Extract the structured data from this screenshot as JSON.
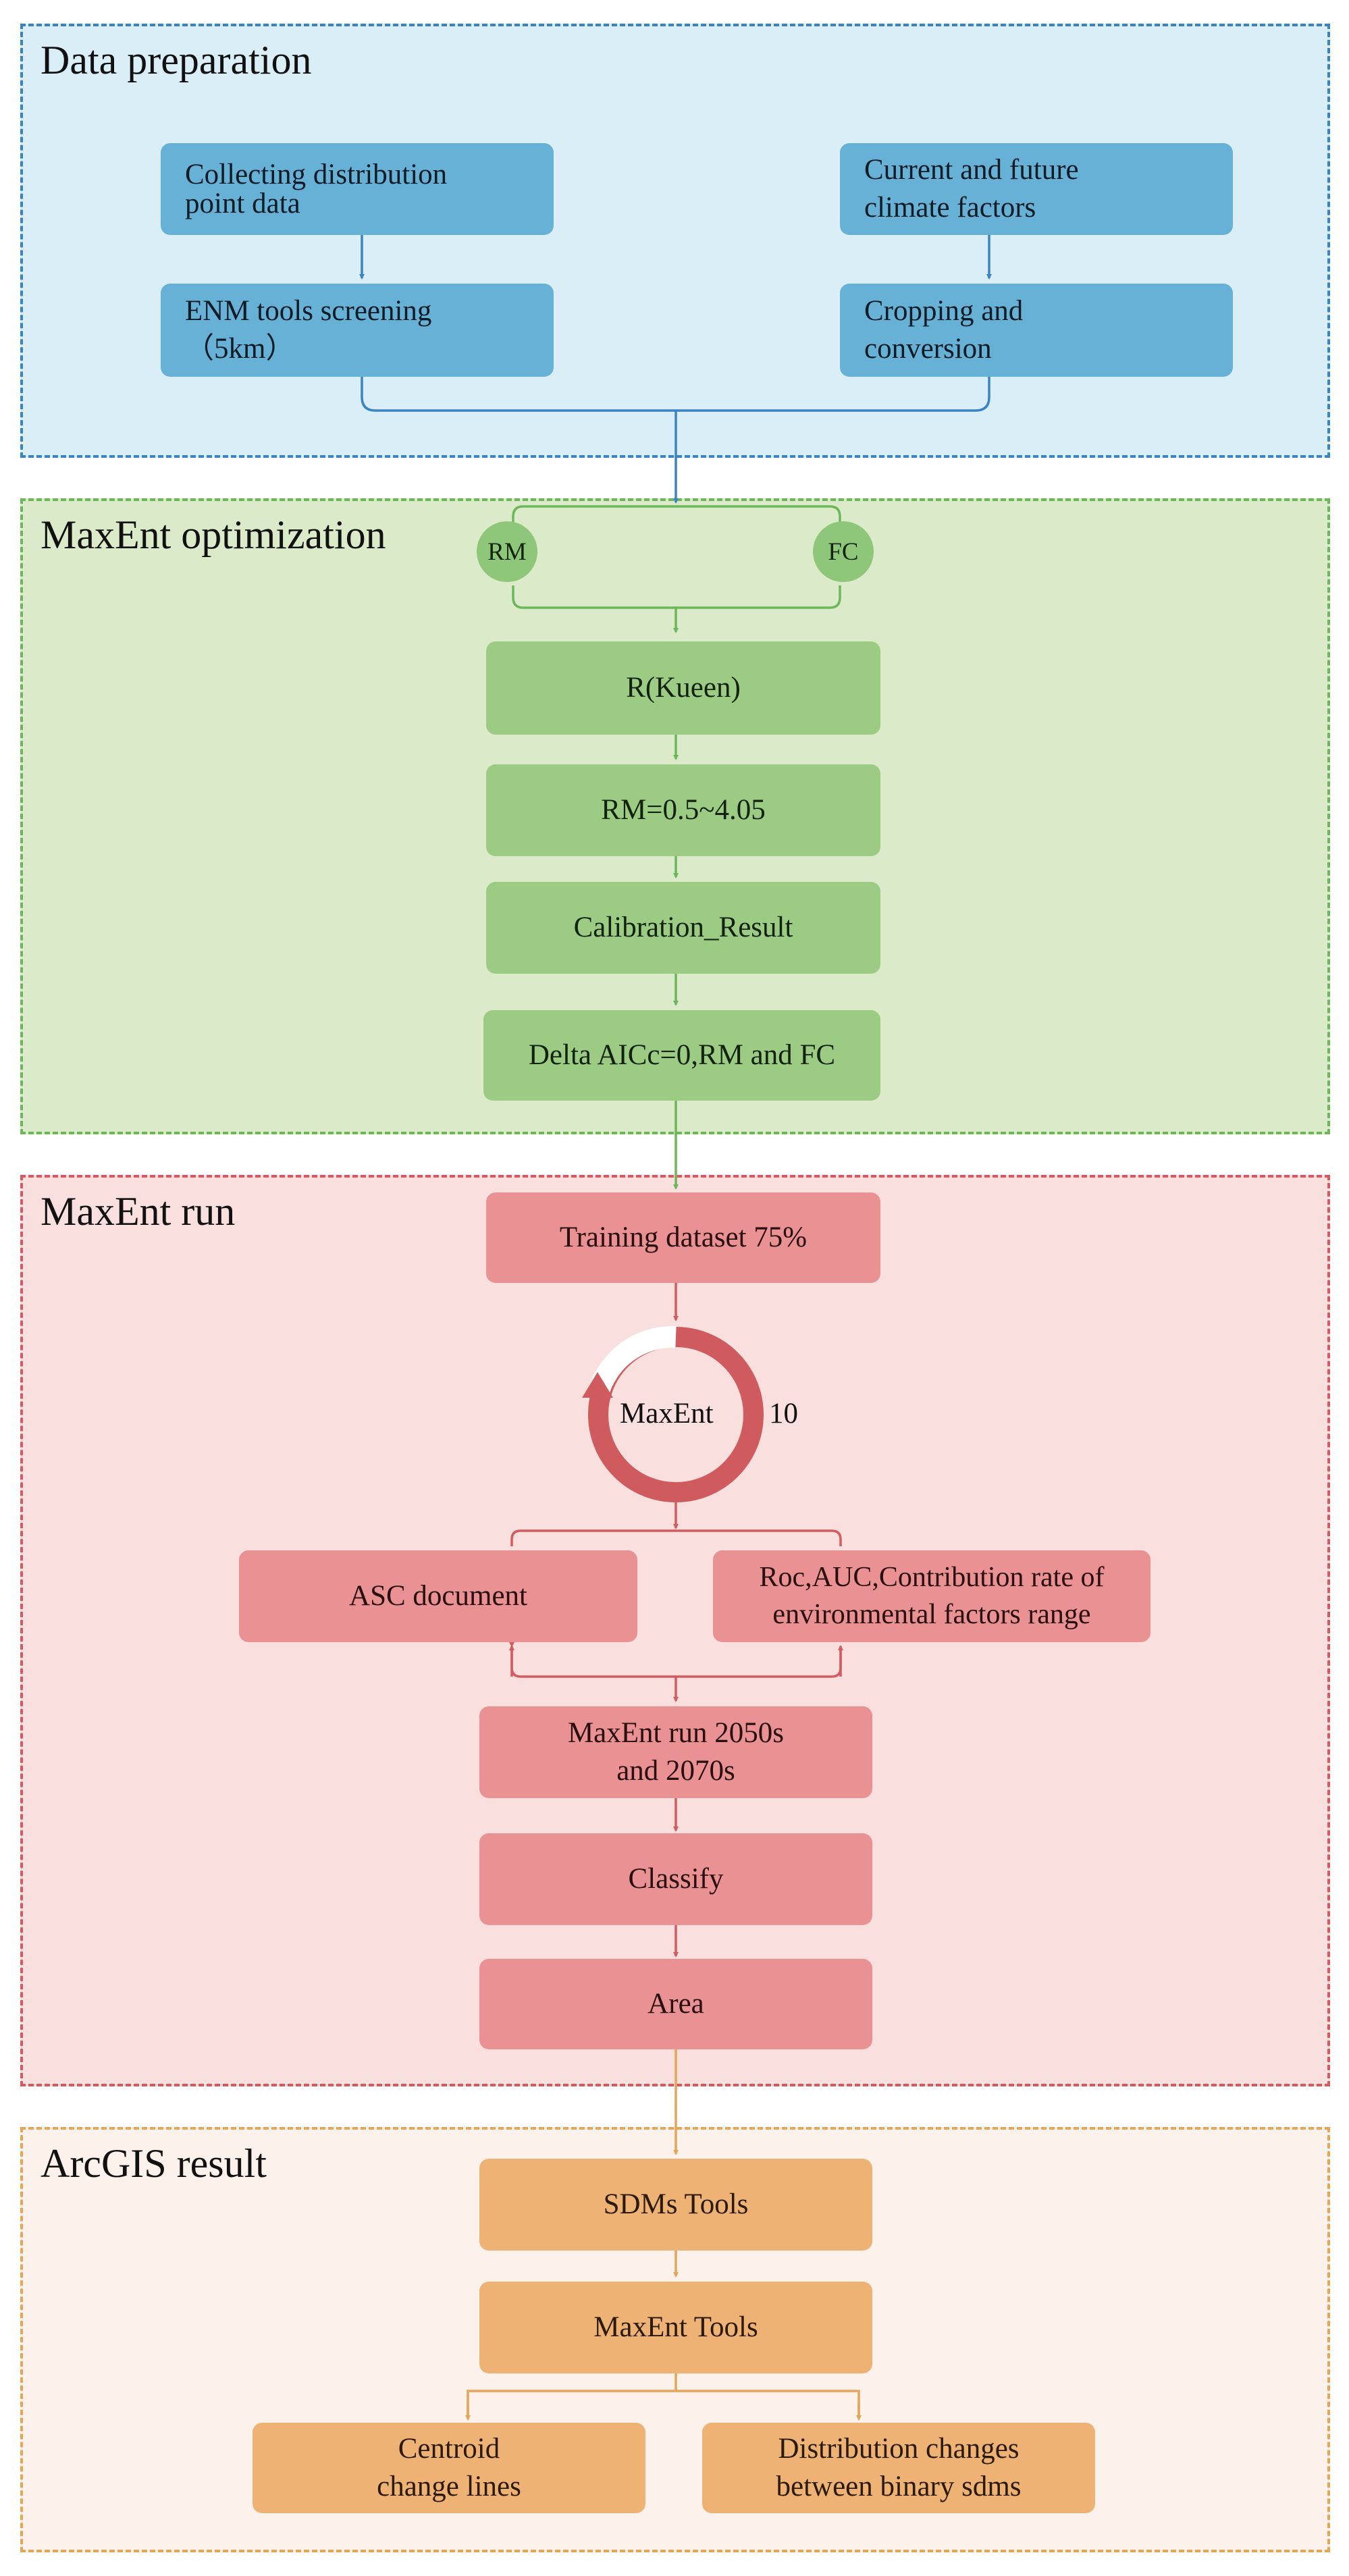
{
  "colors": {
    "data_prep_bg": "#daeef8",
    "data_prep_border": "#3b84c4",
    "optim_bg": "#dbeac8",
    "optim_border": "#6db75a",
    "run_bg": "#fadfdf",
    "run_border": "#d45c60",
    "arcgis_bg": "#fdf1eb",
    "arcgis_border": "#e6a65a"
  },
  "sections": {
    "data_prep": {
      "title": "Data preparation"
    },
    "optimization": {
      "title": "MaxEnt optimization"
    },
    "run": {
      "title": "MaxEnt run"
    },
    "arcgis": {
      "title": "ArcGIS result"
    }
  },
  "nodes": {
    "collecting": "Collecting distribution\npoint data",
    "climate": "Current and future\nclimate factors",
    "enm": "ENM tools screening\n（5km）",
    "cropping": "Cropping and\nconversion",
    "rm_circle": "RM",
    "fc_circle": "FC",
    "kueen": "R(Kueen)",
    "rm_range": "RM=0.5~4.05",
    "calibration": "Calibration_Result",
    "delta": "Delta AICc=0,RM and FC",
    "training": "Training dataset 75%",
    "maxent_cycle": "MaxEnt",
    "cycle_count": "10",
    "asc": "ASC document",
    "roc": "Roc,AUC,Contribution rate of\nenvironmental factors range",
    "run_years": "MaxEnt run 2050s\nand 2070s",
    "classify": "Classify",
    "area": "Area",
    "sdms_tools": "SDMs Tools",
    "maxent_tools": "MaxEnt Tools",
    "centroid": "Centroid\nchange lines",
    "distribution": "Distribution changes\nbetween binary sdms"
  }
}
